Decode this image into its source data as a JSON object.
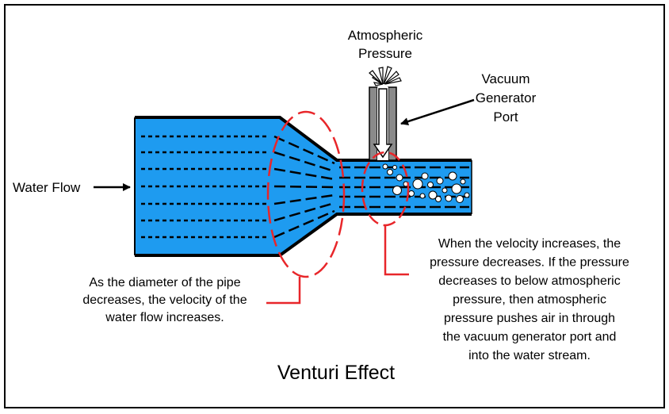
{
  "title": "Venturi Effect",
  "labels": {
    "atmospheric_line1": "Atmospheric",
    "atmospheric_line2": "Pressure",
    "vacuum_line1": "Vacuum",
    "vacuum_line2": "Generator",
    "vacuum_line3": "Port",
    "water_flow": "Water Flow"
  },
  "notes": {
    "diameter": [
      "As the diameter of the pipe",
      "decreases, the velocity of the",
      "water flow increases."
    ],
    "velocity": [
      "When the velocity increases, the",
      "pressure decreases. If the pressure",
      "decreases to below atmospheric",
      "pressure, then atmospheric",
      "pressure pushes air in through",
      "the vacuum generator port and",
      "into the water stream."
    ]
  },
  "colors": {
    "water": "#1e9bf0",
    "outline": "#000000",
    "highlight": "#e8262a",
    "port": "#8a8a8a"
  }
}
